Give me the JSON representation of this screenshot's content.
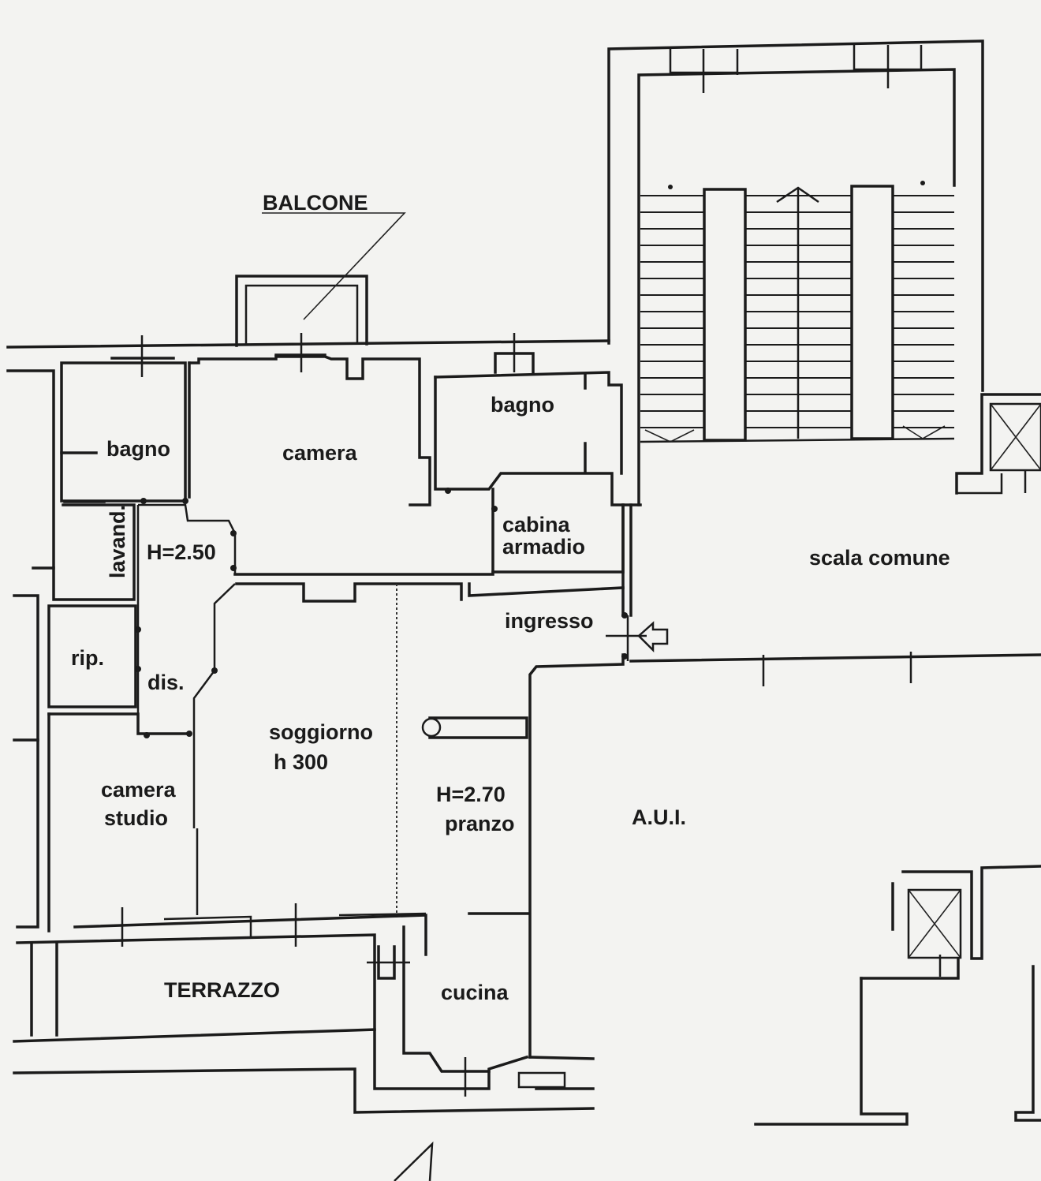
{
  "labels": {
    "balcone": "BALCONE",
    "bagno_left": "bagno",
    "camera_top": "camera",
    "bagno_right": "bagno",
    "lavand": "lavand.",
    "h250": "H=2.50",
    "cabina": "cabina",
    "armadio": "armadio",
    "scala_comune": "scala comune",
    "ingresso": "ingresso",
    "rip": "rip.",
    "dis": "dis.",
    "soggiorno": "soggiorno",
    "h300": "h 300",
    "camera_studio_1": "camera",
    "camera_studio_2": "studio",
    "h270": "H=2.70",
    "pranzo": "pranzo",
    "aui": "A.U.I.",
    "terrazzo": "TERRAZZO",
    "cucina": "cucina"
  },
  "colors": {
    "paper": "#f3f3f1",
    "ink": "#1b1b1b"
  }
}
